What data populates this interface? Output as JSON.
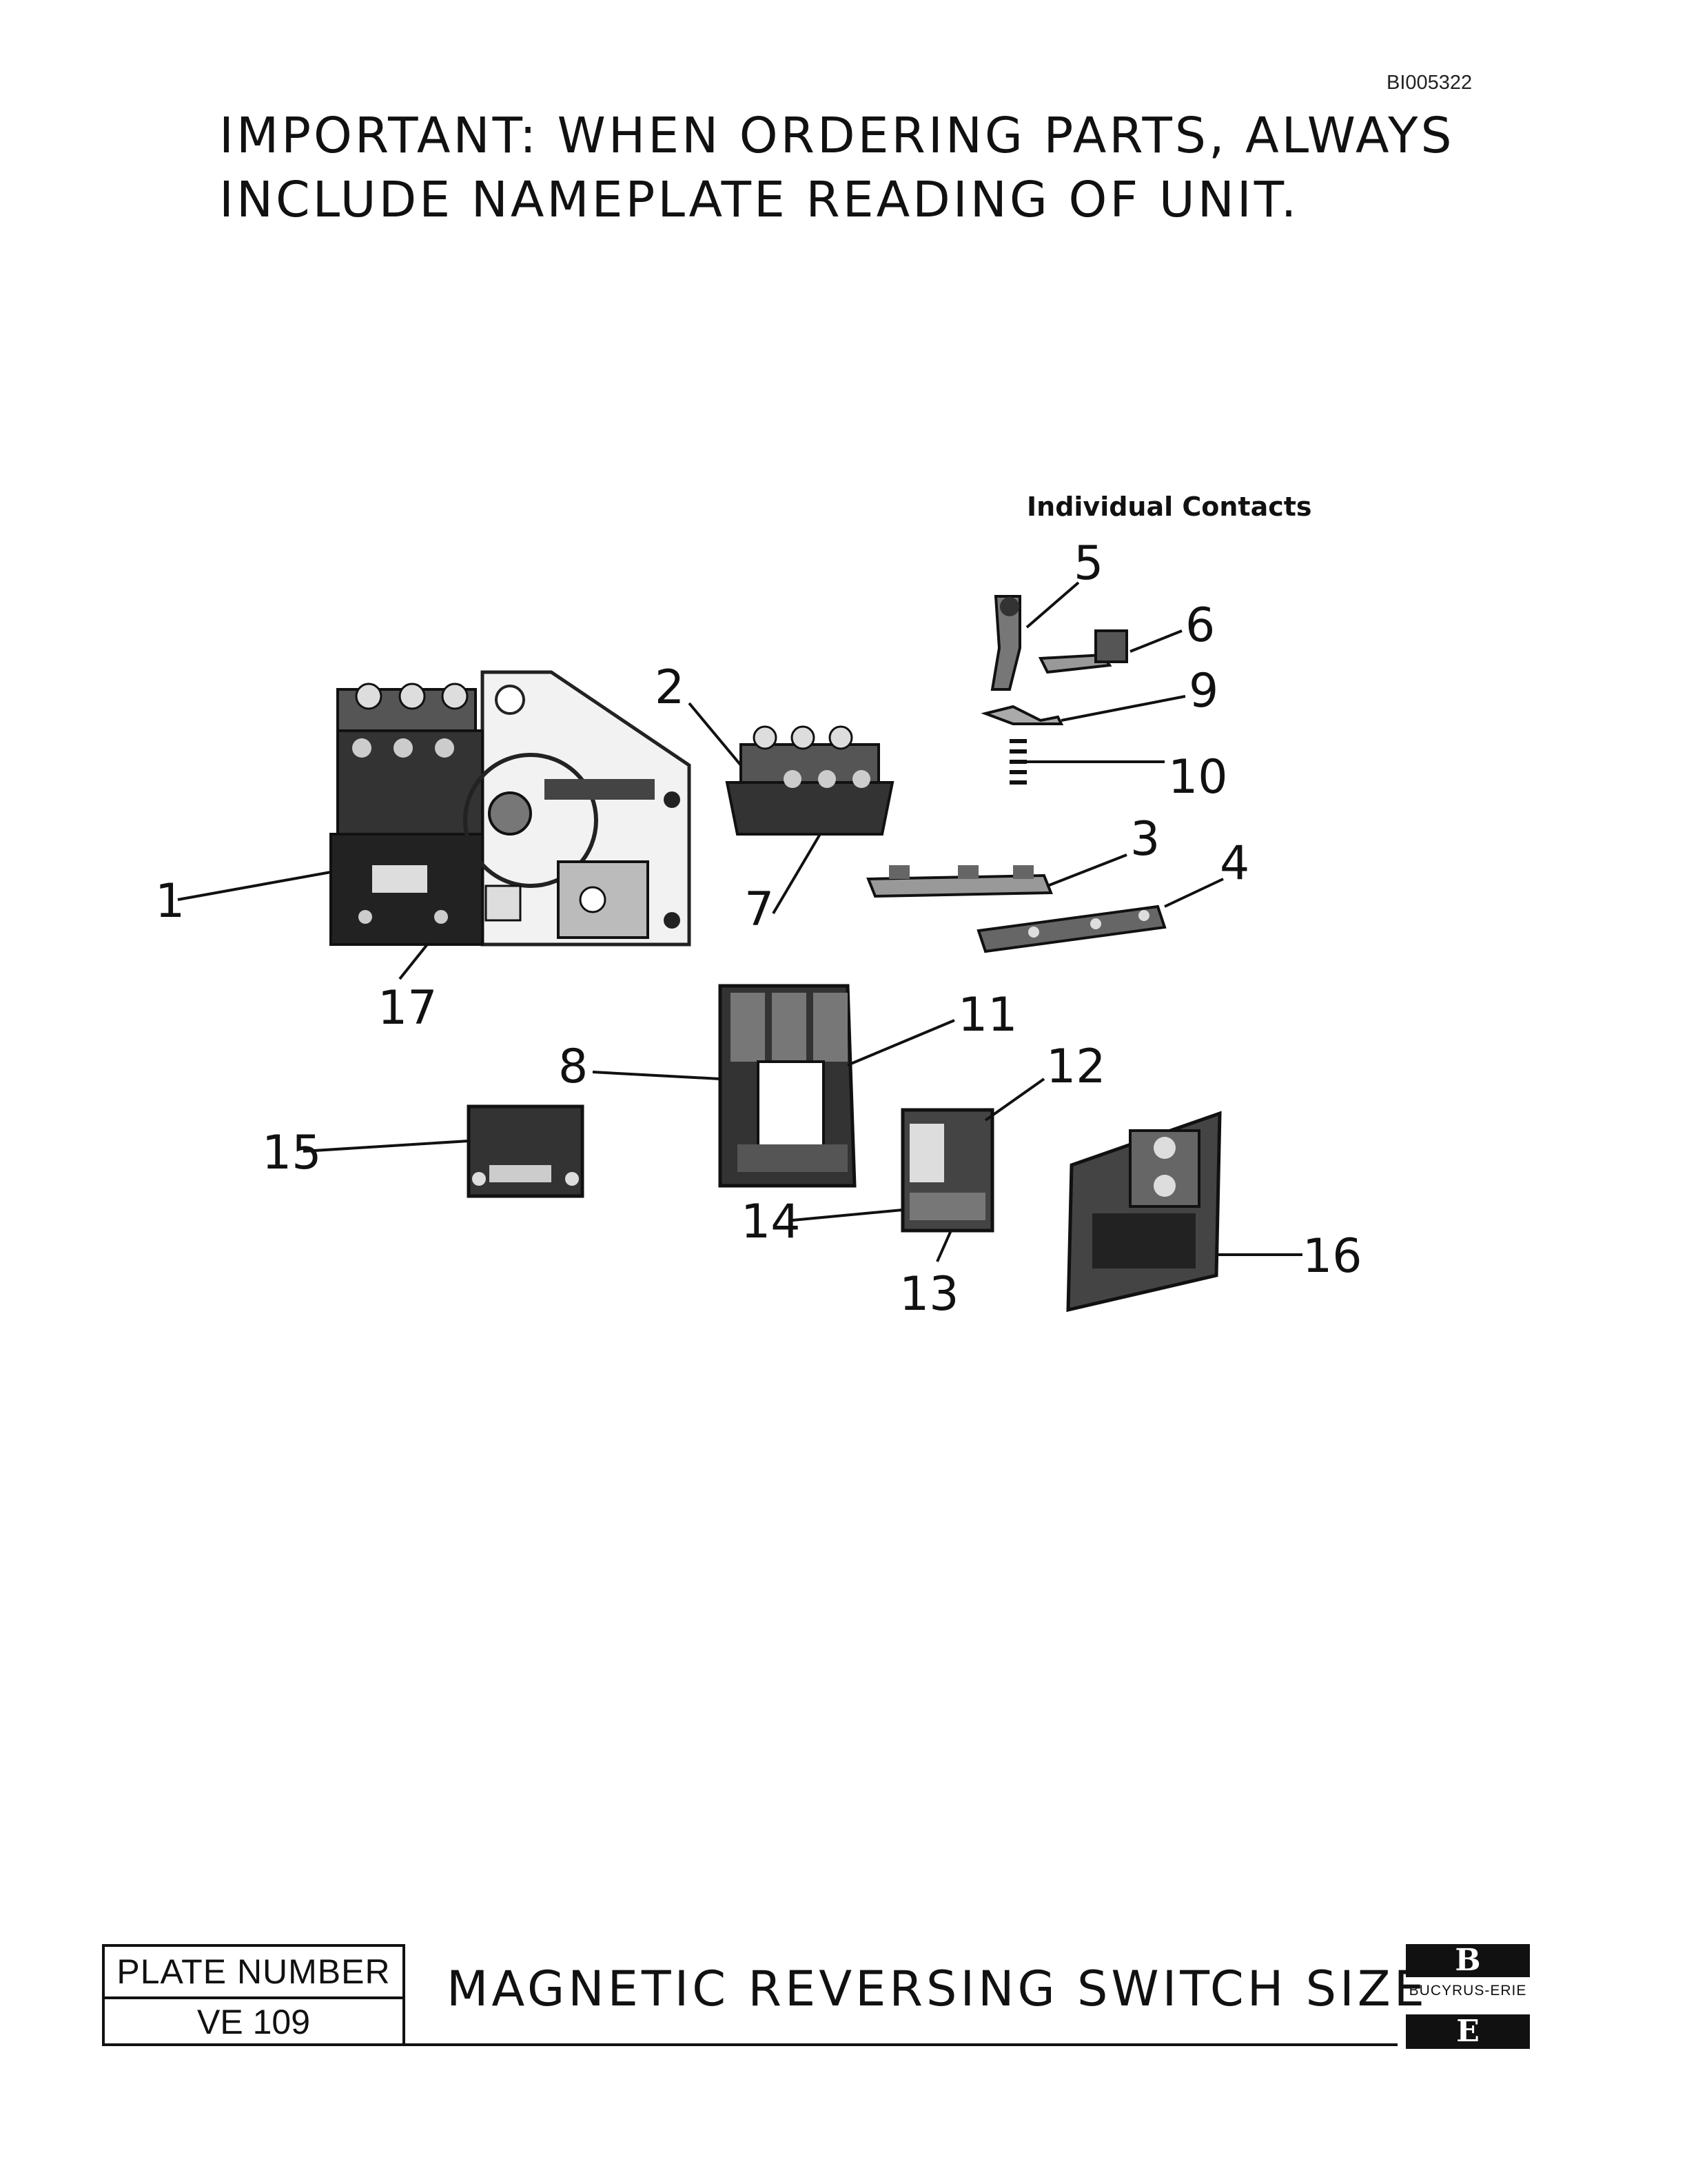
{
  "document_id": "BI005322",
  "important_notice": {
    "line1": "IMPORTANT: WHEN ORDERING PARTS, ALWAYS",
    "line2": "INCLUDE NAMEPLATE READING OF UNIT."
  },
  "diagram": {
    "section_title": "Individual Contacts",
    "callouts": [
      "1",
      "2",
      "3",
      "4",
      "5",
      "6",
      "7",
      "8",
      "9",
      "10",
      "11",
      "12",
      "13",
      "14",
      "15",
      "16",
      "17"
    ]
  },
  "footer": {
    "plate_number_label": "PLATE NUMBER",
    "plate_number_value": "VE 109",
    "title": "MAGNETIC  REVERSING  SWITCH  SIZE",
    "logo_top": "B",
    "logo_brand": "BUCYRUS-ERIE",
    "logo_bottom": "E"
  }
}
